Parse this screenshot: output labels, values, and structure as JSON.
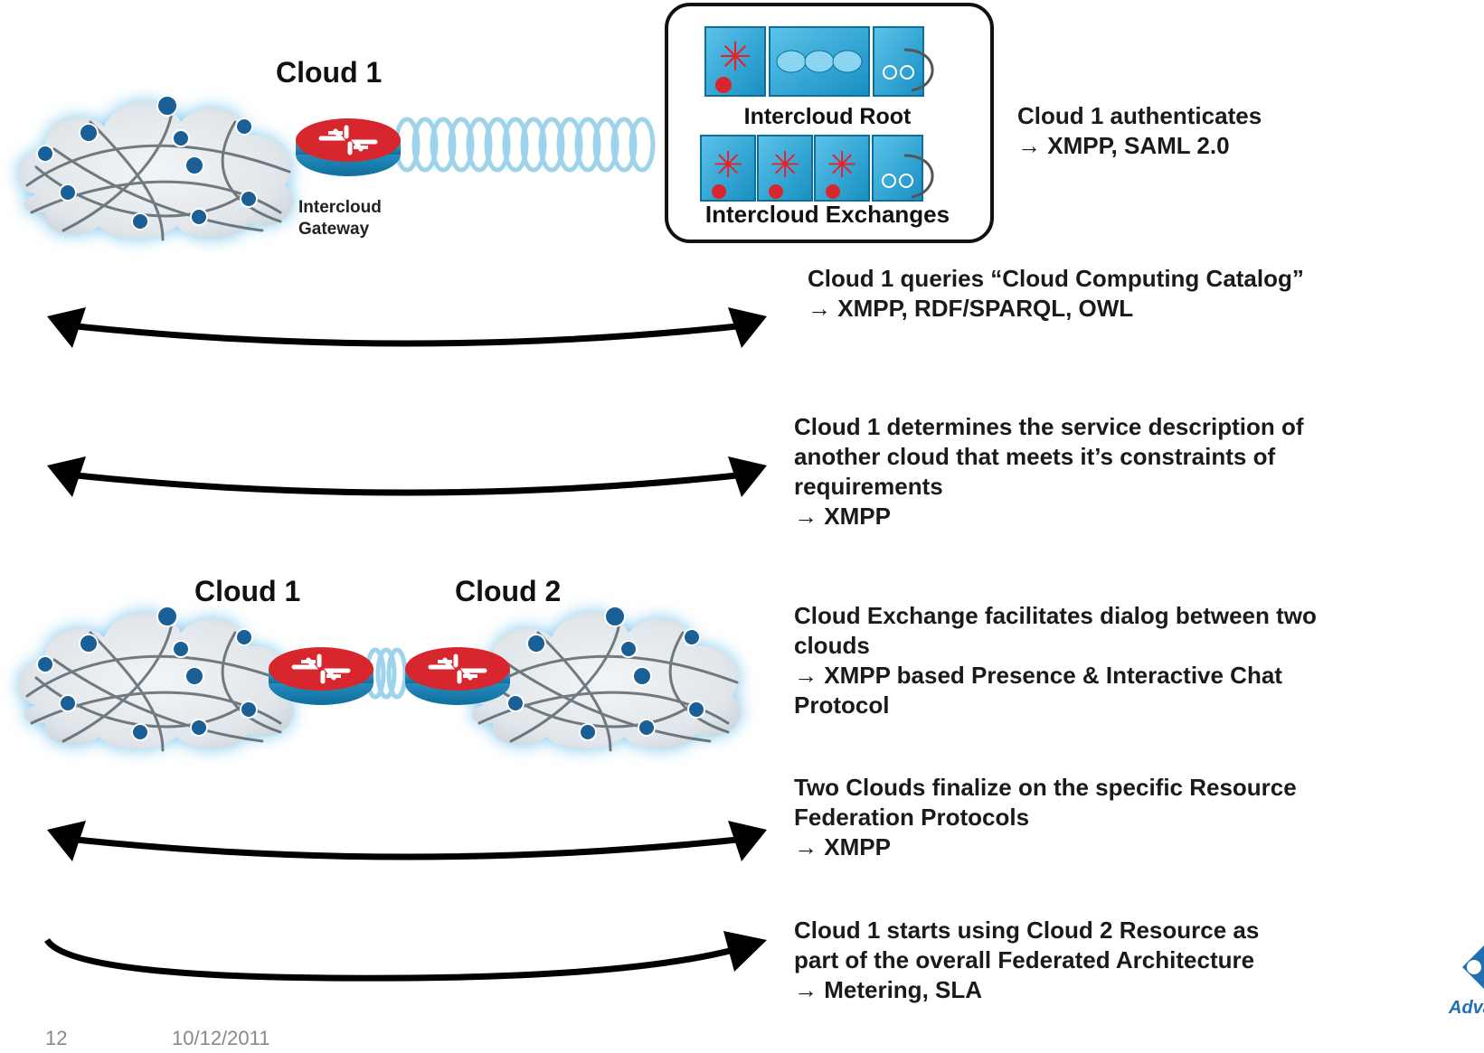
{
  "top": {
    "cloud_label": "Cloud 1",
    "gateway_label_line1": "Intercloud",
    "gateway_label_line2": "Gateway"
  },
  "intercloud_box": {
    "root_label": "Intercloud Root",
    "exchanges_label": "Intercloud Exchanges"
  },
  "steps": [
    {
      "lines": [
        "Cloud 1 authenticates",
        "→ XMPP, SAML 2.0"
      ]
    },
    {
      "lines": [
        "Cloud 1 queries “Cloud Computing Catalog”",
        "→ XMPP, RDF/SPARQL, OWL"
      ]
    },
    {
      "lines": [
        "Cloud 1 determines the service description of",
        "another cloud that meets it’s constraints of",
        "requirements",
        "→ XMPP"
      ]
    },
    {
      "lines": [
        "Cloud Exchange facilitates dialog between two",
        "clouds",
        "→ XMPP based Presence & Interactive Chat",
        "Protocol"
      ]
    },
    {
      "lines": [
        "Two Clouds finalize on the specific Resource",
        "Federation Protocols",
        "→ XMPP"
      ]
    },
    {
      "lines": [
        "Cloud 1 starts using Cloud 2 Resource as",
        "part of the overall Federated Architecture",
        "→ Metering, SLA"
      ]
    }
  ],
  "bottom": {
    "cloud1_label": "Cloud 1",
    "cloud2_label": "Cloud 2"
  },
  "footer": {
    "page_number": "12",
    "date": "10/12/2011",
    "logo_text": "Adva"
  },
  "colors": {
    "cloud_glow": "#7cc8ee",
    "router_red": "#d8262e",
    "router_blue": "#1e8fc4",
    "coil": "#9ed3ec",
    "device_blue": "#2aa6d8",
    "arrow": "#000000"
  }
}
